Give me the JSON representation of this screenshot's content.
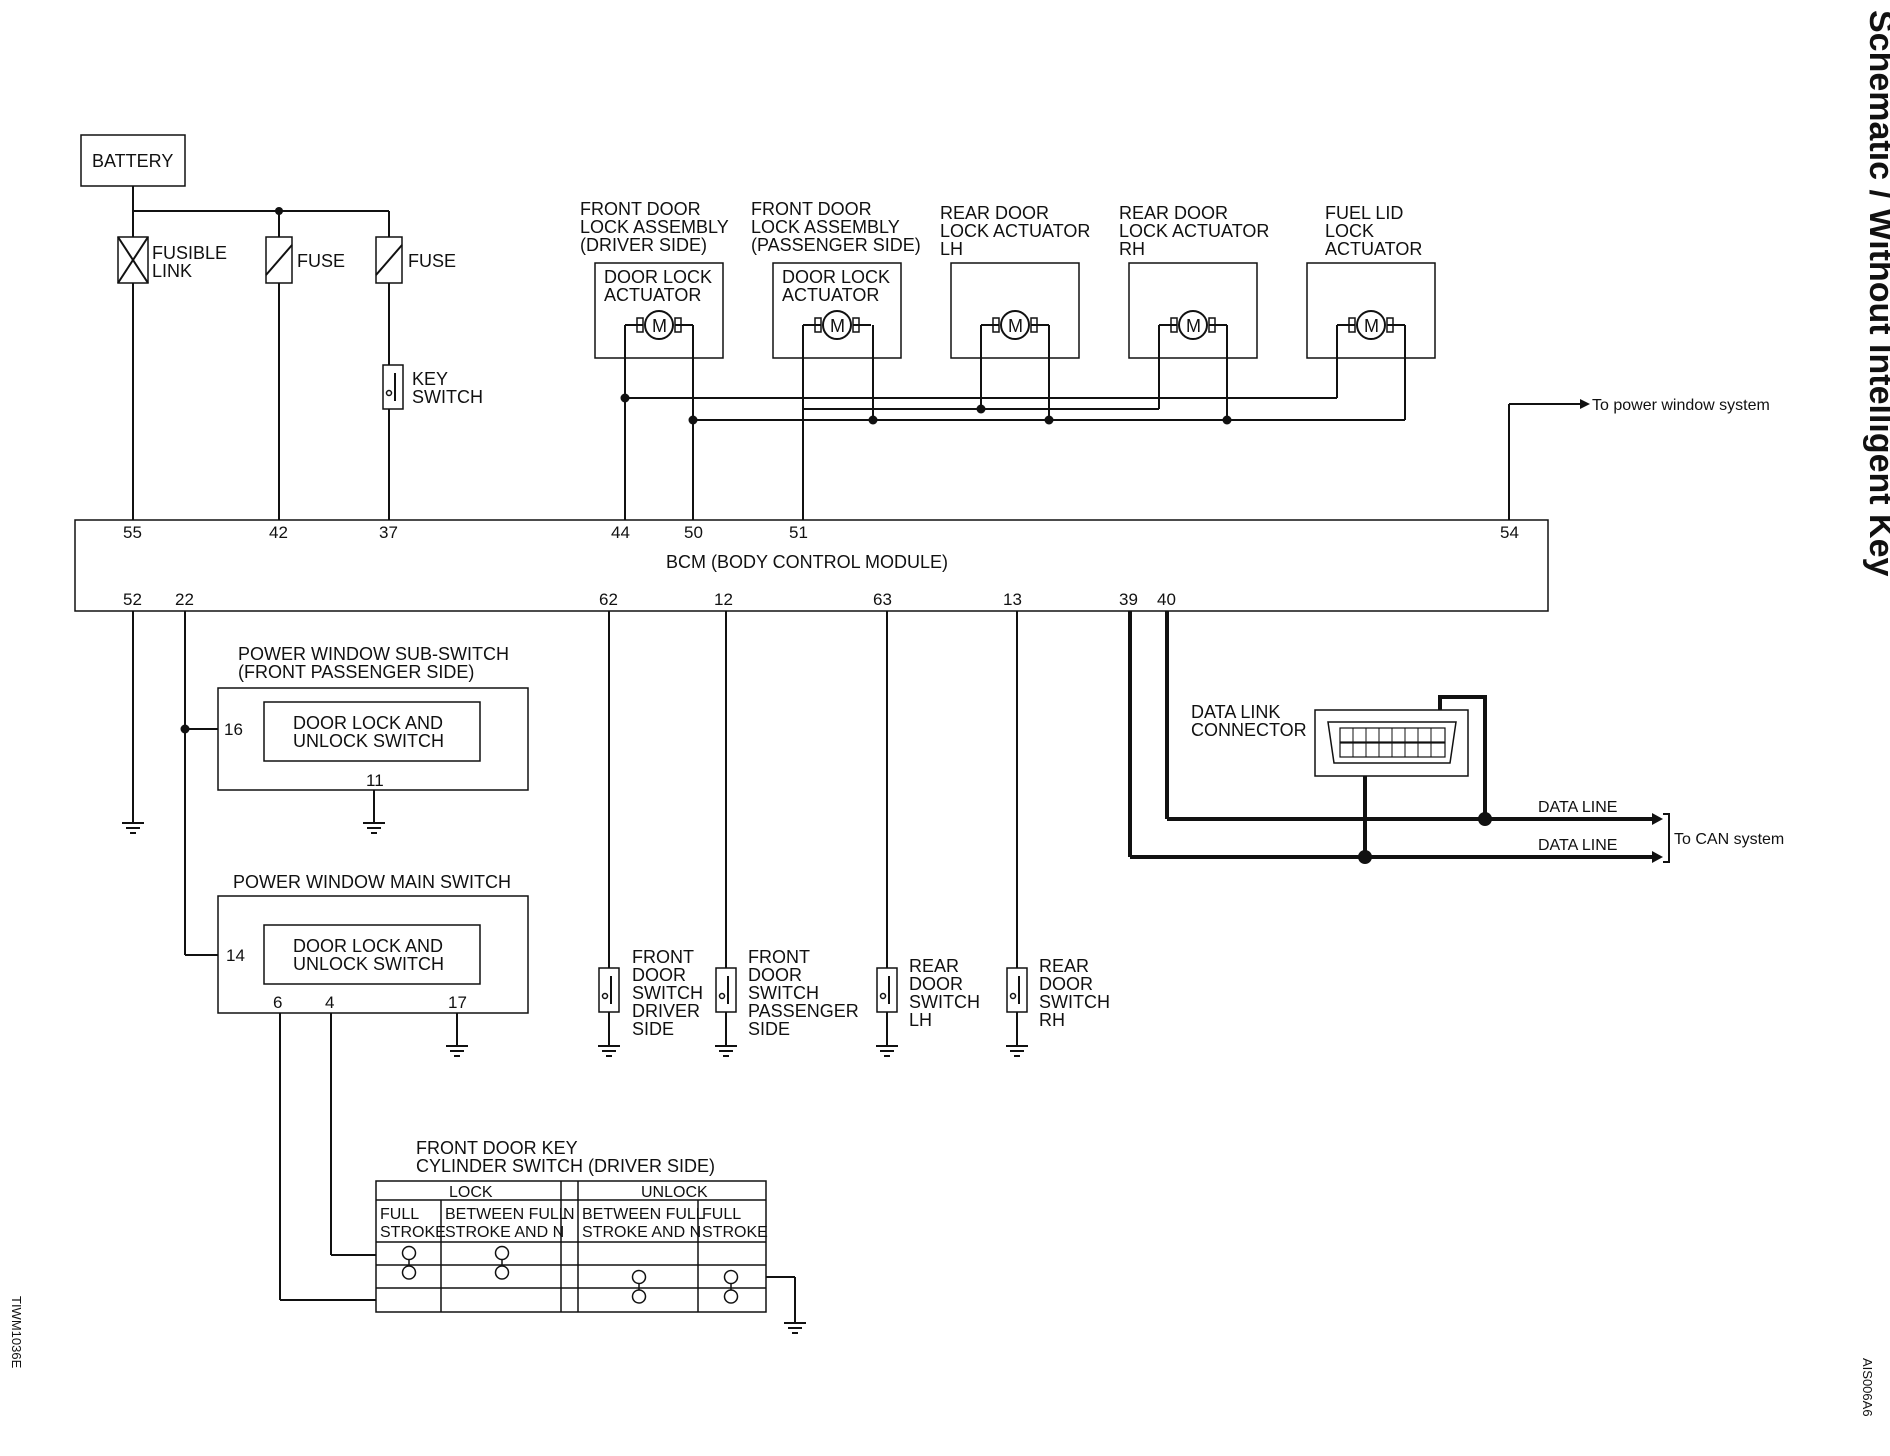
{
  "title": "Schematic / Without Intelligent Key",
  "figure_code_left": "TIWM1036E",
  "figure_code_right": "AIS006A6",
  "battery": "BATTERY",
  "fusible_link": [
    "FUSIBLE",
    "LINK"
  ],
  "fuse1": "FUSE",
  "fuse2": "FUSE",
  "key_switch": [
    "KEY",
    "SWITCH"
  ],
  "actuators": [
    {
      "title": [
        "FRONT DOOR",
        "LOCK ASSEMBLY",
        "(DRIVER SIDE)"
      ],
      "inner": [
        "DOOR LOCK",
        "ACTUATOR"
      ],
      "motor": "M"
    },
    {
      "title": [
        "FRONT DOOR",
        "LOCK ASSEMBLY",
        "(PASSENGER SIDE)"
      ],
      "inner": [
        "DOOR LOCK",
        "ACTUATOR"
      ],
      "motor": "M"
    },
    {
      "title": [
        "REAR DOOR",
        "LOCK ACTUATOR",
        "LH"
      ],
      "motor": "M"
    },
    {
      "title": [
        "REAR DOOR",
        "LOCK ACTUATOR",
        "RH"
      ],
      "motor": "M"
    },
    {
      "title": [
        "FUEL LID",
        "LOCK",
        "ACTUATOR"
      ],
      "motor": "M"
    }
  ],
  "to_power_window": "To power window system",
  "bcm": {
    "label": "BCM (BODY CONTROL MODULE)",
    "top_pins": [
      "55",
      "42",
      "37",
      "44",
      "50",
      "51",
      "54"
    ],
    "bottom_pins": [
      "52",
      "22",
      "62",
      "12",
      "63",
      "13",
      "39",
      "40"
    ]
  },
  "pw_sub_switch": {
    "title": [
      "POWER WINDOW SUB-SWITCH",
      "(FRONT PASSENGER SIDE)"
    ],
    "inner": [
      "DOOR LOCK AND",
      "UNLOCK SWITCH"
    ],
    "pins": [
      "16",
      "11"
    ]
  },
  "pw_main_switch": {
    "title": "POWER WINDOW MAIN SWITCH",
    "inner": [
      "DOOR LOCK AND",
      "UNLOCK SWITCH"
    ],
    "pins": [
      "14",
      "6",
      "4",
      "17"
    ]
  },
  "door_switches": [
    {
      "label": [
        "FRONT",
        "DOOR",
        "SWITCH",
        "DRIVER",
        "SIDE"
      ]
    },
    {
      "label": [
        "FRONT",
        "DOOR",
        "SWITCH",
        "PASSENGER",
        "SIDE"
      ]
    },
    {
      "label": [
        "REAR",
        "DOOR",
        "SWITCH",
        "LH"
      ]
    },
    {
      "label": [
        "REAR",
        "DOOR",
        "SWITCH",
        "RH"
      ]
    }
  ],
  "data_link_connector": [
    "DATA LINK",
    "CONNECTOR"
  ],
  "data_line_1": "DATA LINE",
  "data_line_2": "DATA LINE",
  "to_can": "To CAN system",
  "key_cylinder": {
    "title": [
      "FRONT DOOR KEY",
      "CYLINDER SWITCH (DRIVER SIDE)"
    ],
    "lock": "LOCK",
    "unlock": "UNLOCK",
    "n": "N",
    "cols": [
      [
        "FULL",
        "STROKE"
      ],
      [
        "BETWEEN FULL",
        "STROKE AND N"
      ],
      [
        "BETWEEN FULL",
        "STROKE AND N"
      ],
      [
        "FULL",
        "STROKE"
      ]
    ]
  }
}
